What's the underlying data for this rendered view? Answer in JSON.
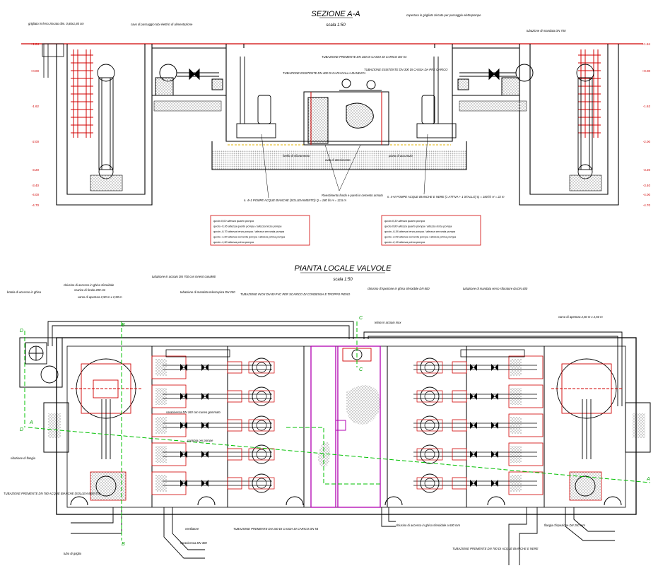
{
  "section": {
    "title": "SEZIONE A-A",
    "scale": "scala 1:50"
  },
  "plan": {
    "title": "PIANTA LOCALE VALVOLE",
    "scale": "scala 1:50"
  },
  "section_notes": {
    "grate_left": "grigliato in ferro zincato dim. 0,80x1,80 cm",
    "duct_left": "cavo di passaggio tubi elettrici di alimentazione",
    "grate_right": "copertura in grigliato zincato per passaggio elettropompe",
    "sleeve_right": "tubazione di mandata DN 700",
    "pipe_top": "TUBAZIONE PREMENTE DN 160 DI CASSA DI CARICO DN 54",
    "pipe_left": "TUBAZIONE ESISTENTE DN 400 DI GARA DALLA MANDATA",
    "pipe_right": "TUBAZIONE ESISTENTE DN 300 DI CASSA DA PRE CARICO",
    "level_switch": "livello di sfioramento",
    "rake": "piano di accumulo",
    "float": "cura di ottenimento",
    "basin_note": "Rivestimento fondo e pareti in cemento armato",
    "pumps_left": "n. 4+1 POMPE ACQUE BIANCHE (SOLLEVAMENTO)\nQ = 180 l/s  H = 12,5 m",
    "pumps_right": "n. 4+4 POMPE ACQUE BIANCHE E NERE (1 ATTIVA + 1 STALLO)\nQ = 180 l/s  H = 22 m"
  },
  "levels": [
    "+1.84",
    "+0.00",
    "-1.62",
    "-2.00",
    "-3.20",
    "-3.40",
    "-4.00",
    "-4.70"
  ],
  "legend_left": [
    "quota 0,00  altezza quarto pompa",
    "quota -0,36  altezza quarto pompa / altezza terza pompa",
    "quota -0,70  altezza terza pompa / altezza seconda pompa",
    "quota -1,60  altezza seconda pompa / altezza prima pompa",
    "quota -1,90  altezza prima pompa"
  ],
  "legend_right": [
    "quota 0,30  altezza quarto pompa",
    "quota 0,80  altezza quarto pompa / altezza terza pompa",
    "quota -0,36  altezza terza pompa / altezza seconda pompa",
    "quota -2,09  altezza seconda pompa / altezza prima pompa",
    "quota -2,19  altezza prima pompa"
  ],
  "plan_notes": {
    "access_hatch": "chiusino di accesso in ghisa sferoidale",
    "hatch_dim": "scarico di fondo 200 cm",
    "window_left": "botola di accesso in ghisa",
    "cover_left": "varco di apertura\n2,50 m x 2,50 m",
    "pipe_main": "tubazione in acciaio DN 700 con innesti canaletti",
    "aerator": "tubazione di mandata telescopica DN 250",
    "duct_top": "TUBAZIONE INOX DN 80 PVC PER SCARICO DI CONDENSA E TROPPO PIENO",
    "access_mid": "chiusino d'ispezione in ghisa sferoidale DN 800",
    "tube_mid": "telaio in acciaio inox",
    "right_note": "tubazione di mandata verso sfioratore da DN 400",
    "cover_right": "varco di apertura\n2,50 m x 2,50 m",
    "saracinesca": "saracinesca DN 160 con cuneo gommato",
    "lift": "paratoia per pompe",
    "bottom_left": "TUBAZIONE PREMENTE DN 780 ACQUE BIANCHE (SOLLEVAMENTO)",
    "bottom_mid": "TUBAZIONE PREMENTE DN 160 DI CASSA DI CARICO DN 54",
    "bottom_right": "TUBAZIONE PREMENTE DN 700 DI ACQUE BIANCHE E NERE",
    "access_bottom": "chiusino di accesso in ghisa sferoidale a 600 mm",
    "reducer": "flangia d'ispezione DN 250 mm",
    "ventilation": "ventilatore",
    "grate": "tubo di griglia",
    "reducer_left": "riduzione di flangia",
    "valve_note": "saracinesca DN 300"
  },
  "section_marks": {
    "a_left": "A",
    "a_right": "A",
    "b_top": "B",
    "b_bottom": "B",
    "c_top": "C",
    "c_bottom": "C",
    "d_top": "D",
    "d_bottom": "D"
  },
  "colors": {
    "structure": "#000000",
    "detail": "#d00000",
    "axis": "#00c000",
    "highlight": "#b000b0",
    "dots": "#9a9a9a"
  }
}
